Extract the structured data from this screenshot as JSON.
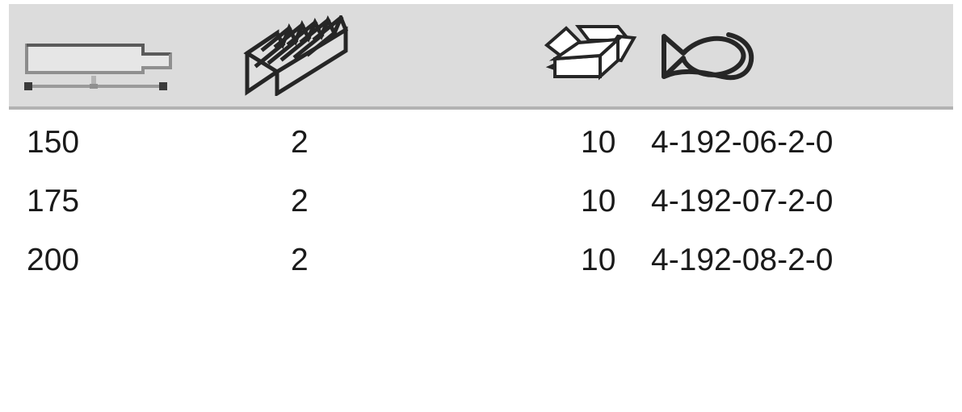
{
  "table": {
    "columns": [
      {
        "key": "length",
        "icon": "file-length-dimension-icon",
        "icon_meaning": "Length of file / blade with dimension line",
        "unit": "mm"
      },
      {
        "key": "cut",
        "icon": "file-cut-teeth-icon",
        "icon_meaning": "Cut grade / toothed block"
      },
      {
        "key": "packaging",
        "icon": "open-box-icon",
        "icon_meaning": "Packaging unit / quantity per box"
      },
      {
        "key": "article",
        "icon": "fish-icon",
        "icon_meaning": "Article / order number"
      }
    ],
    "rows": [
      {
        "length": "150",
        "cut": "2",
        "packaging": "10",
        "article": "4-192-06-2-0"
      },
      {
        "length": "175",
        "cut": "2",
        "packaging": "10",
        "article": "4-192-07-2-0"
      },
      {
        "length": "200",
        "cut": "2",
        "packaging": "10",
        "article": "4-192-08-2-0"
      }
    ]
  },
  "colors": {
    "header_background": "#dcdcdc",
    "header_bottom_border": "#b2b2b2",
    "page_background": "#ffffff",
    "text": "#1a1a1a",
    "icon_dark": "#262626",
    "icon_mid": "#8c8c8c",
    "icon_light": "#bfbfbf"
  }
}
